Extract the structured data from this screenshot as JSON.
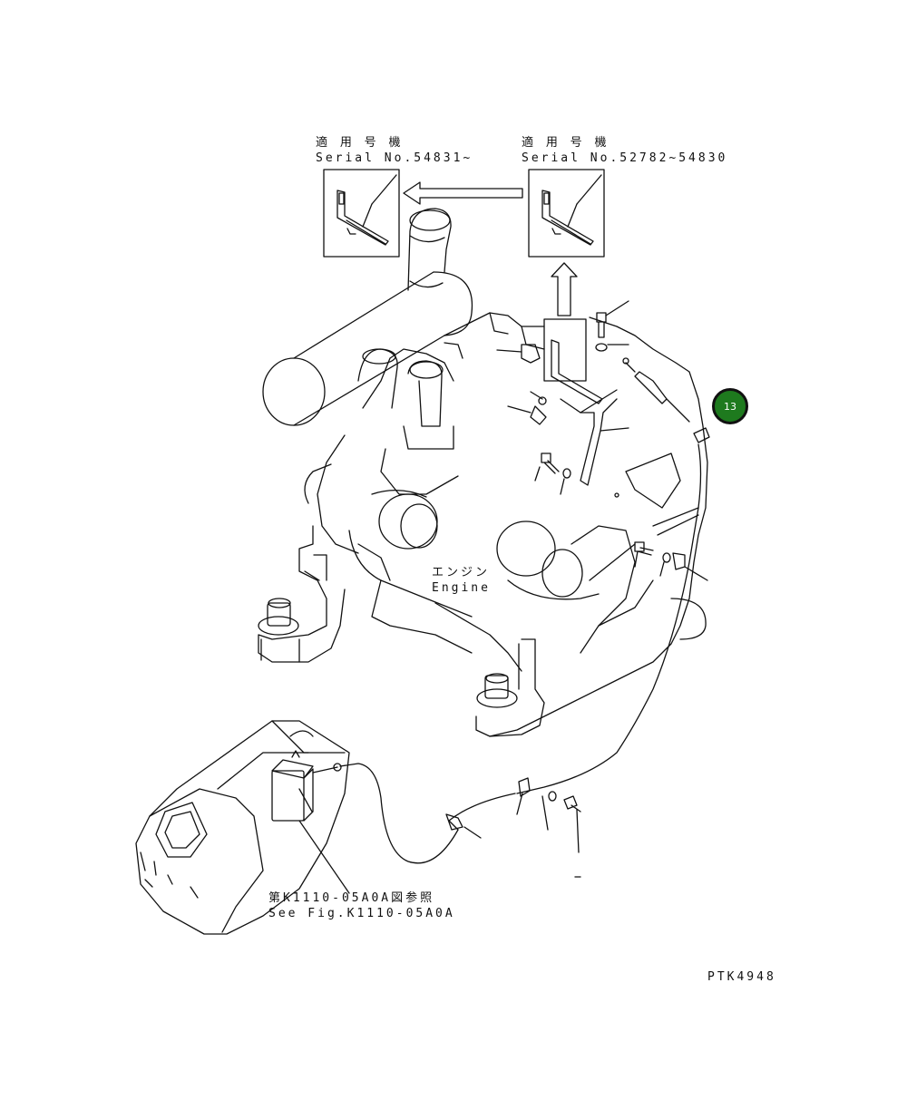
{
  "colors": {
    "line": "#111111",
    "background": "#ffffff",
    "callout_fill": "#1e7a1e",
    "callout_text": "#ffffff"
  },
  "inset_left": {
    "label_jp": "適 用 号 機",
    "label_serial": "Serial No.54831~"
  },
  "inset_right": {
    "label_jp": "適 用 号 機",
    "label_serial": "Serial No.52782~54830"
  },
  "engine": {
    "label_jp": "エンジン",
    "label_en": "Engine"
  },
  "reference": {
    "label_jp": "第K1110-05A0A図参照",
    "label_en": "See Fig.K1110-05A0A"
  },
  "callout": {
    "number": "13"
  },
  "drawing_id": "PTK4948"
}
